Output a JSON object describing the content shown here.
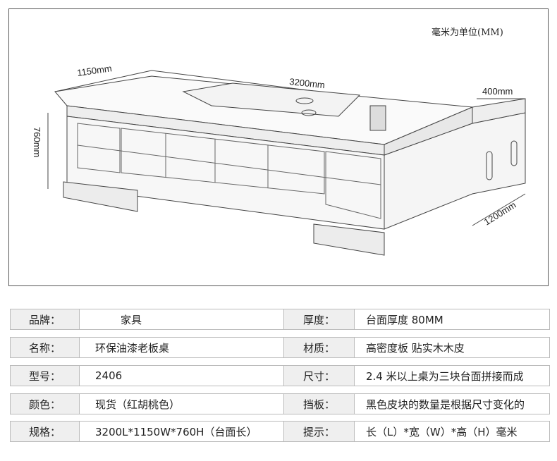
{
  "diagram": {
    "unit_note": "毫米为单位(MM)",
    "dims": {
      "width": "1150mm",
      "length": "3200mm",
      "side_depth": "400mm",
      "height": "760mm",
      "side_length": "1200mm"
    }
  },
  "specs": [
    {
      "label1": "品牌：",
      "value1": "家具",
      "label2": "厚度：",
      "value2": "台面厚度 80MM"
    },
    {
      "label1": "名称：",
      "value1": "环保油漆老板桌",
      "label2": "材质：",
      "value2": "高密度板 贴实木木皮"
    },
    {
      "label1": "型号：",
      "value1": "2406",
      "label2": "尺寸：",
      "value2": "2.4 米以上桌为三块台面拼接而成"
    },
    {
      "label1": "颜色：",
      "value1": "现货（红胡桃色）",
      "label2": "挡板：",
      "value2": "黑色皮块的数量是根据尺寸变化的"
    },
    {
      "label1": "规格：",
      "value1": "3200L*1150W*760H（台面长）",
      "label2": "提示：",
      "value2": "长（L）*宽（W）*高（H）毫米"
    }
  ]
}
